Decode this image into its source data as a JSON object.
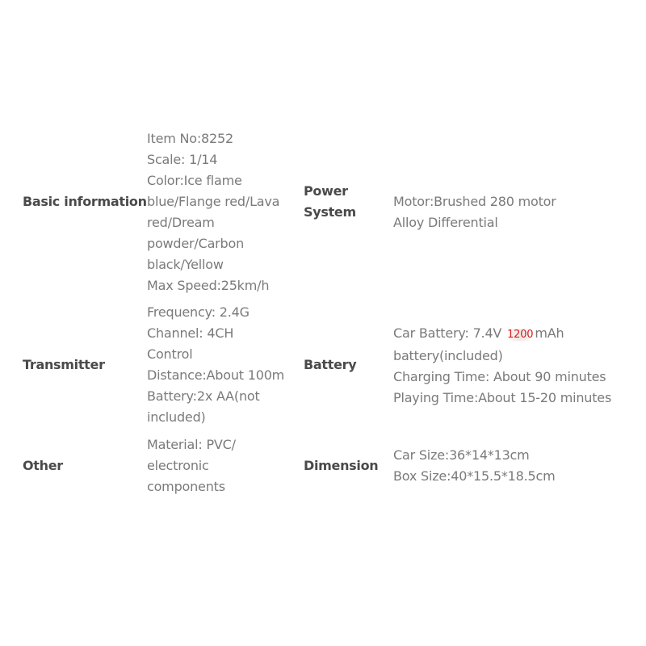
{
  "rows": [
    {
      "left_label": "Basic information",
      "left_lines": [
        "Item No:8252",
        "Scale: 1/14",
        "Color:Ice flame",
        "blue/Flange red/Lava",
        "red/Dream",
        "powder/Carbon",
        "black/Yellow",
        "Max Speed:25km/h"
      ],
      "right_label_lines": [
        "Power",
        "System"
      ],
      "right_lines": [
        "Motor:Brushed 280 motor",
        "Alloy Differential"
      ]
    },
    {
      "left_label": "Transmitter",
      "left_lines": [
        "Frequency: 2.4G",
        "Channel: 4CH",
        "Control",
        "Distance:About 100m",
        "Battery:2x AA(not",
        "included)"
      ],
      "right_label": "Battery",
      "right_first_pre": "Car Battery: 7.4V ",
      "right_first_hl": "1200",
      "right_first_post": "mAh",
      "right_lines": [
        "battery(included)",
        "Charging Time: About 90 minutes",
        "Playing Time:About 15-20 minutes"
      ]
    },
    {
      "left_label": "Other",
      "left_lines": [
        "Material: PVC/",
        "electronic",
        "components"
      ],
      "right_label": "Dimension",
      "right_lines": [
        "Car Size:36*14*13cm",
        "Box Size:40*15.5*18.5cm"
      ]
    }
  ]
}
